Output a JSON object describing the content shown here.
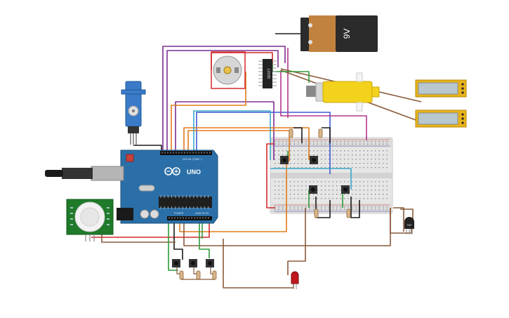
{
  "battery": {
    "label": "9V"
  },
  "arduino": {
    "model": "UNO",
    "header_digital": "DIGITAL (PWM ~)",
    "header_power": "POWER",
    "header_analog": "ANALOG IN"
  },
  "driver_ic": {
    "label": "L293D"
  },
  "temp_sensor": {
    "label": "TMP"
  },
  "colors": {
    "board": "#2a6fa8",
    "breadboard": "#e6e6e6",
    "battery_body": "#c2823f",
    "battery_cap": "#2b2b2b",
    "motor_yellow": "#f3d21b",
    "lcd_frame": "#e8b21a",
    "lcd_screen": "#b9c7cf",
    "wire_purple": "#7b2f8f",
    "wire_orange": "#e07b1a",
    "wire_brown": "#8a5a3a",
    "wire_green": "#2f9a3a",
    "wire_red": "#d12a2a",
    "wire_black": "#1a1a1a",
    "wire_magenta": "#b3368c",
    "wire_blue": "#3c5ad0",
    "wire_cyan": "#3aa7c9"
  }
}
